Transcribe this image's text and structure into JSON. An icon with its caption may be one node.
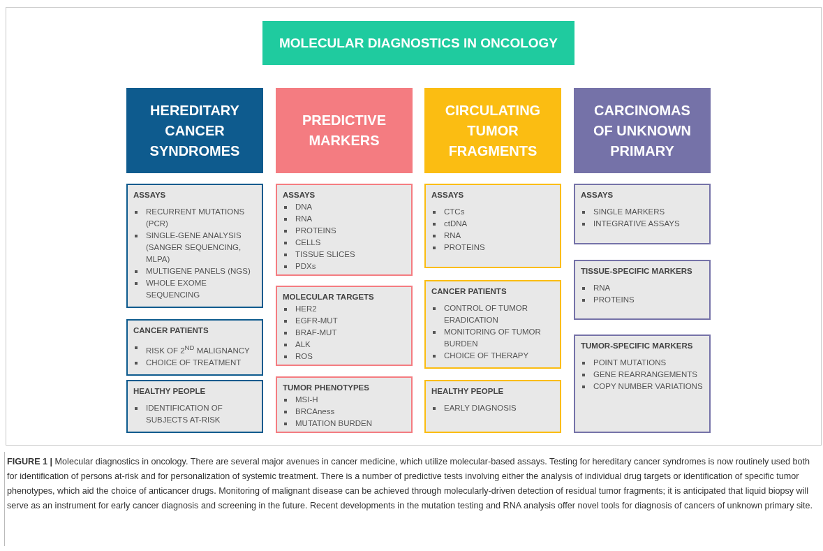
{
  "diagram": {
    "title": "MOLECULAR DIAGNOSTICS IN ONCOLOGY",
    "nodes": [
      {
        "text": [
          "HEREDITARY CANCER SYNDROMES"
        ]
      },
      {
        "text": [
          "PREDICTIVE MARKERS"
        ]
      },
      {
        "text": [
          "CIRCULATING TUMOR FRAGMENTS"
        ]
      },
      {
        "text": [
          "CARCINOMAS OF UNKNOWN PRIMARY"
        ]
      },
      {
        "text": [
          "ASSAYS",
          "RECURRENT MUTATIONS (PCR)",
          "SINGLE-GENE ANALYSIS (SANGER SEQUENCING, MLPA)",
          "MULTIGENE PANELS (NGS)",
          "WHOLE EXOME SEQUENCING"
        ]
      },
      {
        "text": [
          "CANCER PATIENTS",
          "RISK OF 2$^{ND}$ MALIGNANCY",
          "CHOICE OF TREATMENT"
        ]
      },
      {
        "text": [
          "HEALTHY PEOPLE",
          "IDENTIFICATION OF SUBJECTS AT-RISK"
        ]
      },
      {
        "text": [
          "ASSAYS",
          "DNA",
          "RNA",
          "PROTEINS",
          "CELLS",
          "TISSUE SLICES",
          "PDXs"
        ]
      },
      {
        "text": [
          "MOLECULAR TARGETS",
          "HER2",
          "EGFR-MUT",
          "BRAF-MUT",
          "ALK",
          "ROS"
        ]
      },
      {
        "text": [
          "TUMOR PHENOTYPES",
          "MSI-H",
          "BRCAness",
          "MUTATION BURDEN"
        ]
      },
      {
        "text": [
          "ASSAYS",
          "CTCs",
          "ctDNA",
          "RNA",
          "PROTEINS"
        ]
      },
      {
        "text": [
          "CANCER PATIENTS",
          "CONTROL OF TUMOR ERADICATION",
          "MONITORING OF TUMOR BURDEN",
          "CHOICE OF THERAPY"
        ]
      },
      {
        "text": [
          "HEALTHY PEOPLE",
          "EARLY DIAGNOSIS"
        ]
      },
      {
        "text": [
          "ASSAYS",
          "SINGLE MARKERS",
          "INTEGRATIVE ASSAYS"
        ]
      },
      {
        "text": [
          "TISSUE-SPECIFIC MARKERS",
          "RNA",
          "PROTEINS"
        ]
      },
      {
        "text": [
          "TUMOR-SPECIFIC MARKERS",
          "POINT MUTATIONS",
          "GENE REARRANGEMENTS",
          "COPY NUMBER VARIATIONS"
        ]
      }
    ],
    "caption": "**FIGURE 1 |** Molecular diagnostics in oncology. There are several major avenues in cancer medicine, which utilize molecular-based assays. Testing for hereditary cancer syndromes is now routinely used both for identification of persons at-risk and for personalization of systemic treatment. There is a number of predictive tests involving either the analysis of individual drug targets or identification of specific tumor phenotypes, which aid the choice of anticancer drugs. Monitoring of malignant disease can be achieved through molecularly-driven detection of residual tumor fragments; it is anticipated that liquid biopsy will serve as an instrument for early cancer diagnosis and screening in the future. Recent developments in the mutation testing and RNA analysis offer novel tools for diagnosis of cancers of unknown primary site."
  }
}
